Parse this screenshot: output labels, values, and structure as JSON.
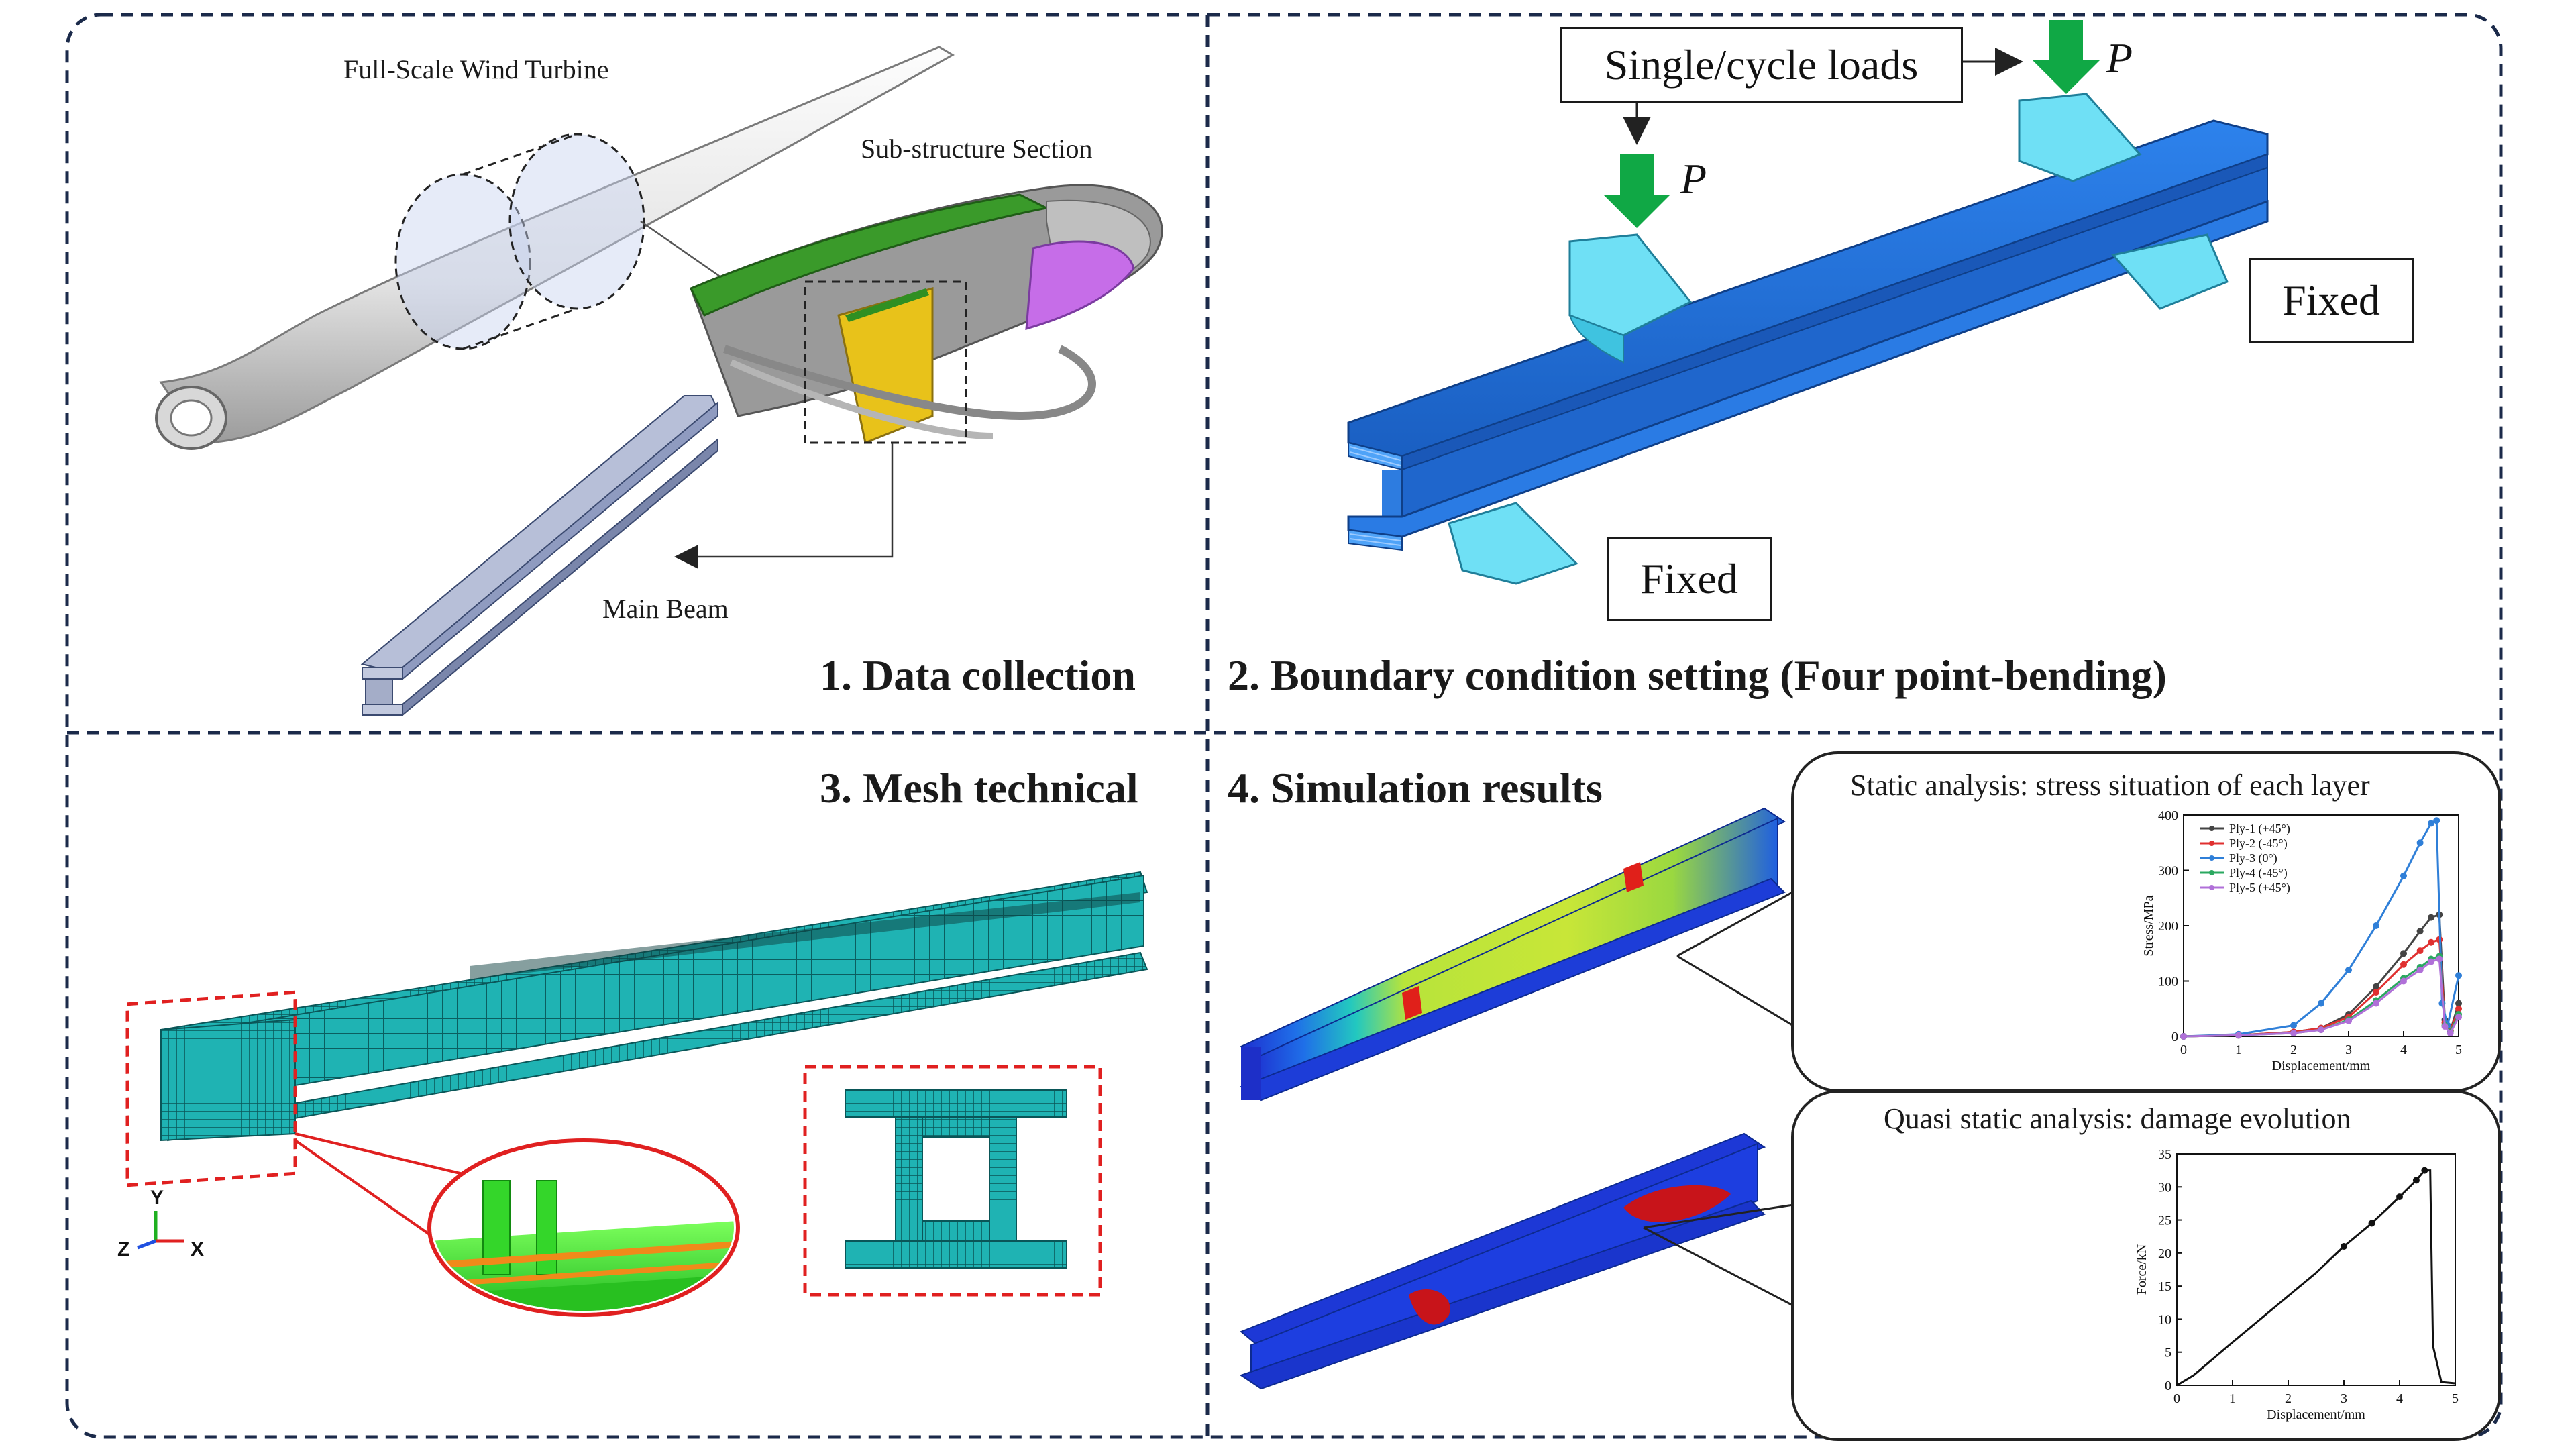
{
  "panel1": {
    "title": "1. Data collection",
    "label_turbine": "Full-Scale Wind Turbine",
    "label_substructure": "Sub-structure Section",
    "label_beam": "Main Beam"
  },
  "panel2": {
    "title": "2. Boundary condition setting (Four point-bending)",
    "load_box": "Single/cycle loads",
    "load_symbol": "P",
    "fixed_label": "Fixed"
  },
  "panel3": {
    "title": "3. Mesh technical",
    "axis_y": "Y",
    "axis_z": "Z",
    "axis_x": "X"
  },
  "panel4": {
    "title": "4. Simulation results",
    "static_title": "Static analysis: stress situation of each layer",
    "quasi_title": "Quasi static analysis: damage evolution"
  },
  "colors": {
    "mesh": "#22b8b8",
    "beam_blue": "#1f6fd6",
    "load_green": "#10a845",
    "support": "#6fe0f5",
    "dashed_border": "#1b2a4a",
    "red_dash": "#e02020"
  },
  "chart_data": [
    {
      "type": "line",
      "xlabel": "Displacement/mm",
      "ylabel": "Stress/MPa",
      "xlim": [
        0,
        5
      ],
      "ylim": [
        0,
        400
      ],
      "xticks": [
        "0",
        "1",
        "2",
        "3",
        "4",
        "5"
      ],
      "yticks": [
        "0",
        "100",
        "200",
        "300",
        "400"
      ],
      "legend_position": "top-left",
      "series": [
        {
          "name": "Ply-1 (+45°)",
          "color": "#444444",
          "x": [
            0,
            1,
            2,
            2.5,
            3,
            3.5,
            4,
            4.3,
            4.5,
            4.65,
            4.75,
            4.85,
            5.0
          ],
          "y": [
            0,
            2,
            8,
            15,
            40,
            90,
            150,
            190,
            215,
            220,
            30,
            10,
            60
          ]
        },
        {
          "name": "Ply-2 (-45°)",
          "color": "#e03030",
          "x": [
            0,
            1,
            2,
            2.5,
            3,
            3.5,
            4,
            4.3,
            4.5,
            4.65,
            4.75,
            4.85,
            5.0
          ],
          "y": [
            0,
            2,
            8,
            15,
            35,
            80,
            130,
            155,
            170,
            175,
            25,
            10,
            50
          ]
        },
        {
          "name": "Ply-3 (0°)",
          "color": "#2f7fd8",
          "x": [
            0,
            1,
            2,
            2.5,
            3,
            3.5,
            4,
            4.3,
            4.5,
            4.6,
            4.7,
            4.8,
            5.0
          ],
          "y": [
            0,
            4,
            20,
            60,
            120,
            200,
            290,
            350,
            385,
            390,
            60,
            20,
            110
          ]
        },
        {
          "name": "Ply-4 (-45°)",
          "color": "#2aa860",
          "x": [
            0,
            1,
            2,
            2.5,
            3,
            3.5,
            4,
            4.3,
            4.5,
            4.65,
            4.75,
            4.85,
            5.0
          ],
          "y": [
            0,
            2,
            6,
            12,
            30,
            65,
            105,
            125,
            140,
            145,
            20,
            8,
            40
          ]
        },
        {
          "name": "Ply-5 (+45°)",
          "color": "#b070d8",
          "x": [
            0,
            1,
            2,
            2.5,
            3,
            3.5,
            4,
            4.3,
            4.5,
            4.65,
            4.75,
            4.85,
            5.0
          ],
          "y": [
            0,
            2,
            6,
            12,
            28,
            60,
            100,
            120,
            135,
            140,
            18,
            6,
            35
          ]
        }
      ]
    },
    {
      "type": "line",
      "xlabel": "Displacement/mm",
      "ylabel": "Force/kN",
      "xlim": [
        0,
        5
      ],
      "ylim": [
        0,
        35
      ],
      "xticks": [
        "0",
        "1",
        "2",
        "3",
        "4",
        "5"
      ],
      "yticks": [
        "0",
        "5",
        "10",
        "15",
        "20",
        "25",
        "30",
        "35"
      ],
      "series": [
        {
          "color": "#111111",
          "x": [
            0,
            0.3,
            1,
            1.5,
            2,
            2.5,
            3,
            3.5,
            4,
            4.3,
            4.45,
            4.55,
            4.6,
            4.75,
            5.0
          ],
          "y": [
            0,
            1.5,
            6.5,
            10,
            13.5,
            17,
            21,
            24.5,
            28.5,
            31,
            32.5,
            32.5,
            6,
            0.5,
            0.3
          ]
        }
      ]
    }
  ]
}
